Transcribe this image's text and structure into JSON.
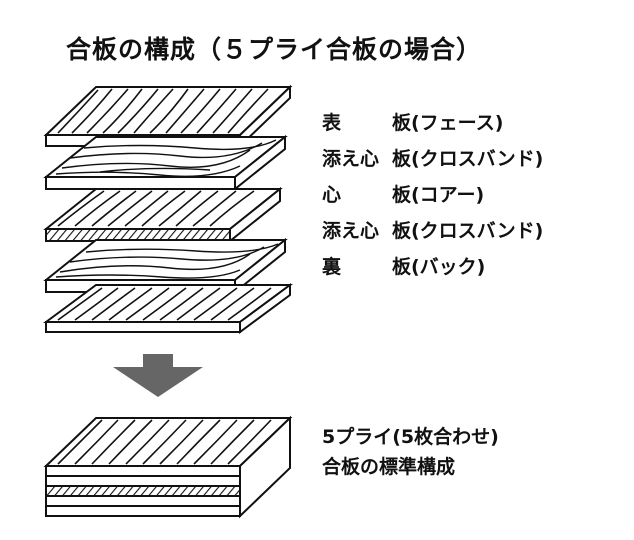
{
  "title": "合板の構成（５プライ合板の場合）",
  "layers": [
    {
      "name": "表　",
      "suffix": "板(フェース)"
    },
    {
      "name": "添え心",
      "suffix": "板(クロスバンド)"
    },
    {
      "name": "心　",
      "suffix": "板(コアー)"
    },
    {
      "name": "添え心",
      "suffix": "板(クロスバンド)"
    },
    {
      "name": "裏　",
      "suffix": "板(バック)"
    }
  ],
  "result": {
    "line1": "5プライ(5枚合わせ)",
    "line2": "合板の標準構成"
  },
  "colors": {
    "ink": "#111111",
    "arrow": "#666666",
    "paper": "#ffffff"
  }
}
